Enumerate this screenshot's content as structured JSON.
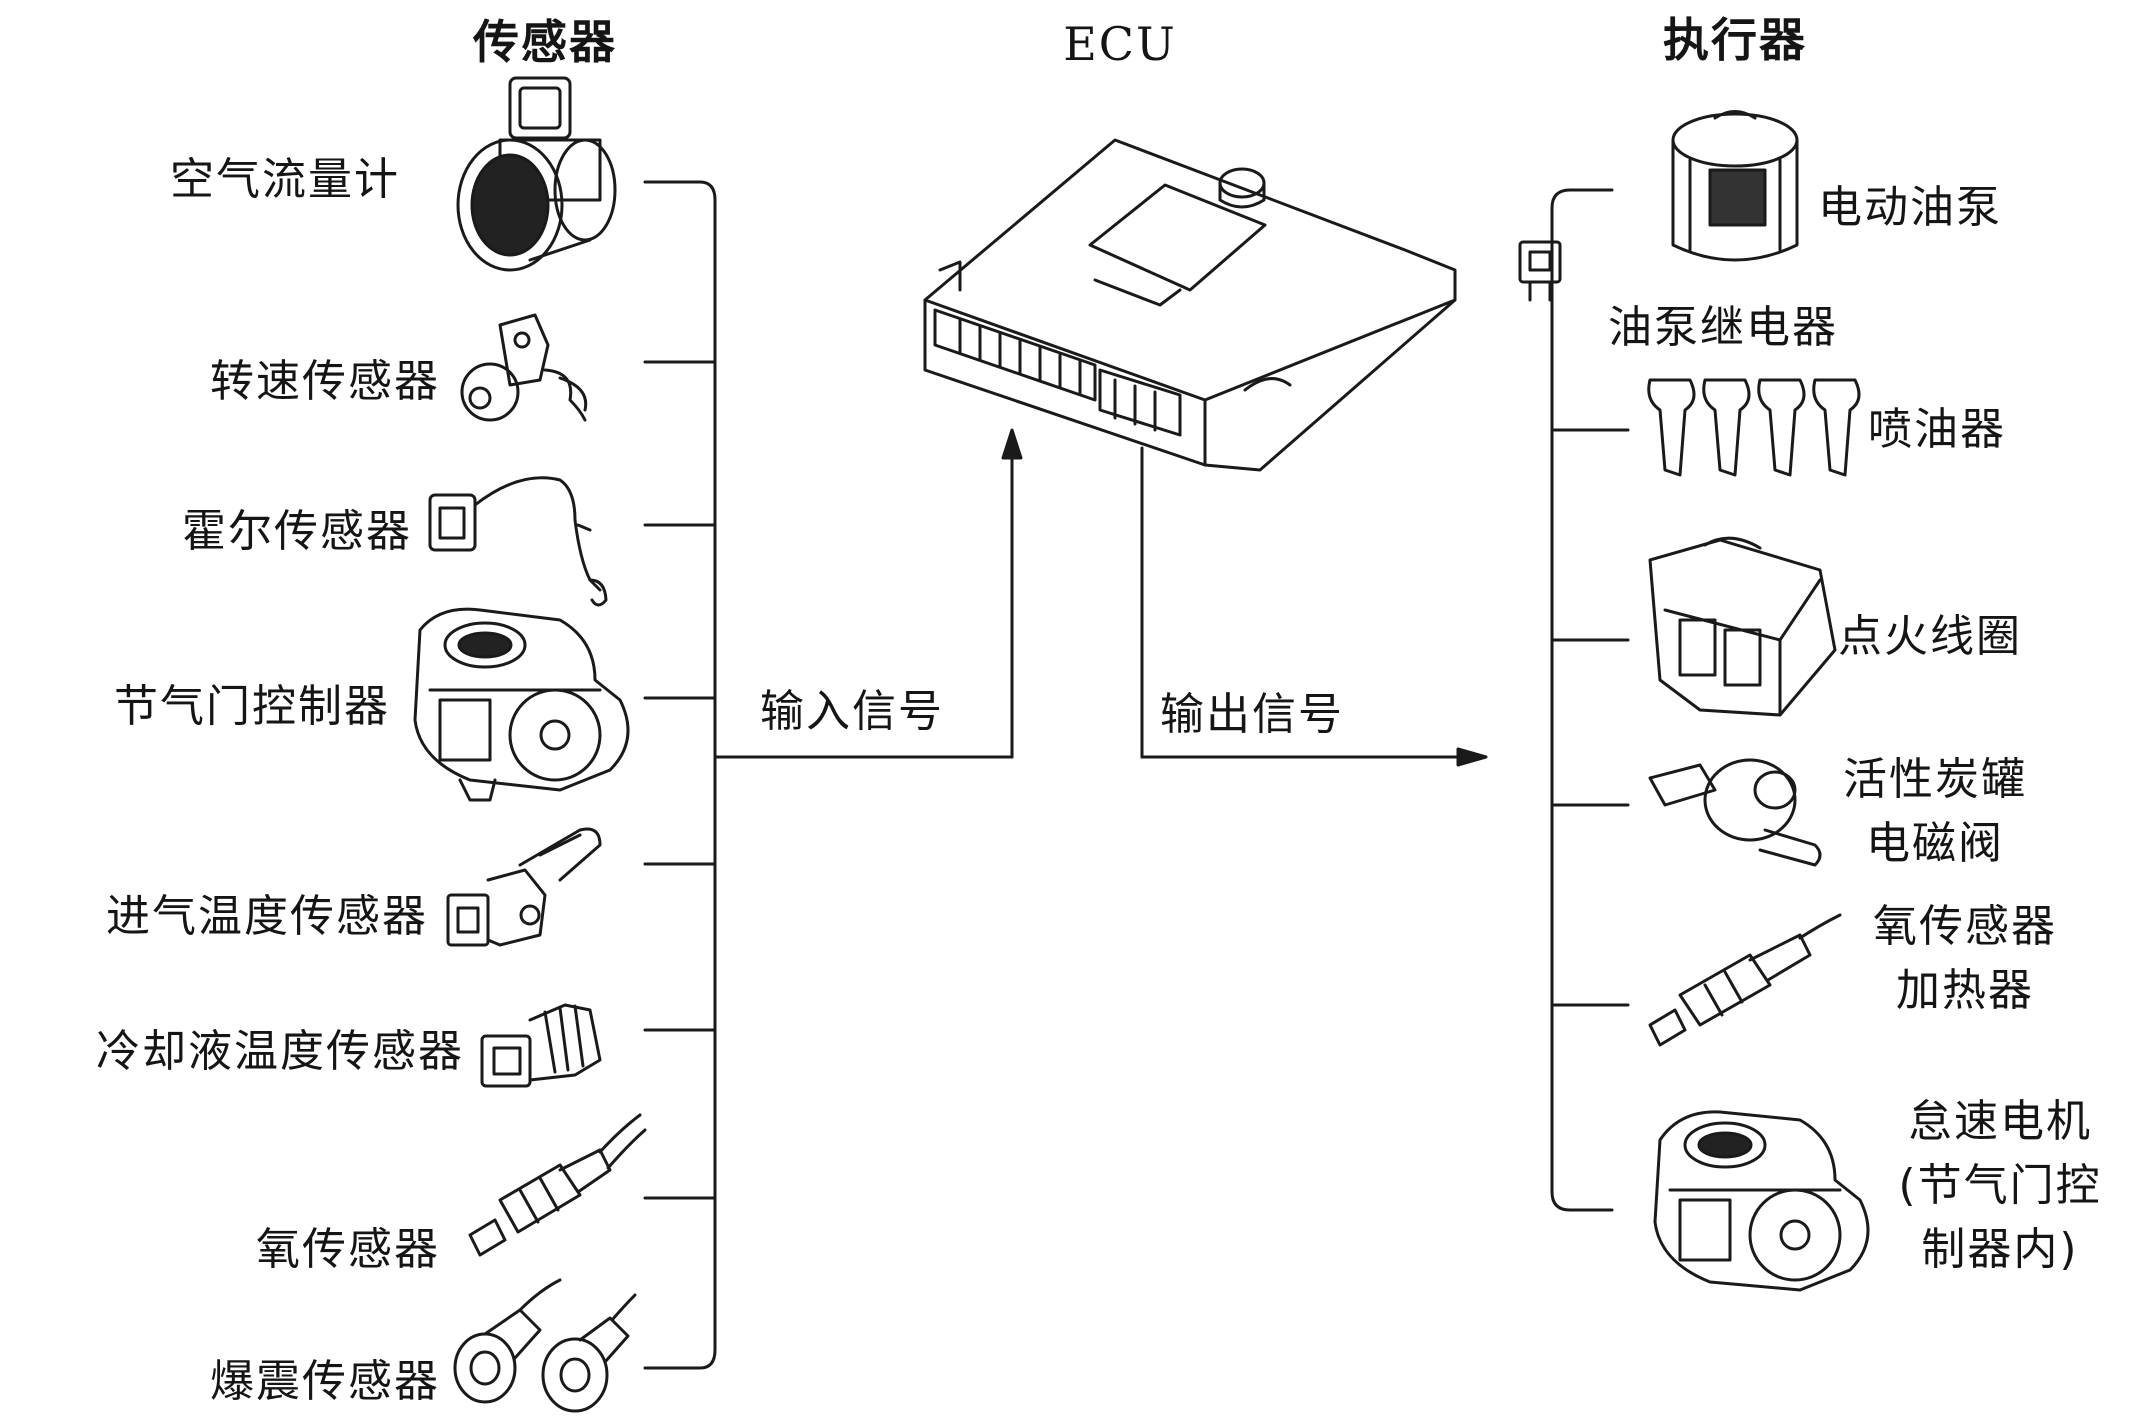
{
  "headers": {
    "sensors": "传感器",
    "ecu": "ECU",
    "actuators": "执行器"
  },
  "signals": {
    "input": "输入信号",
    "output": "输出信号"
  },
  "sensors": [
    "空气流量计",
    "转速传感器",
    "霍尔传感器",
    "节气门控制器",
    "进气温度传感器",
    "冷却液温度传感器",
    "氧传感器",
    "爆震传感器"
  ],
  "actuators": {
    "fuel_pump": "电动油泵",
    "pump_relay": "油泵继电器",
    "injector": "喷油器",
    "ignition_coil": "点火线圈",
    "canister_line1": "活性炭罐",
    "canister_line2": "电磁阀",
    "o2_heater_line1": "氧传感器",
    "o2_heater_line2": "加热器",
    "idle_line1": "怠速电机",
    "idle_line2": "(节气门控",
    "idle_line3": "制器内)"
  }
}
